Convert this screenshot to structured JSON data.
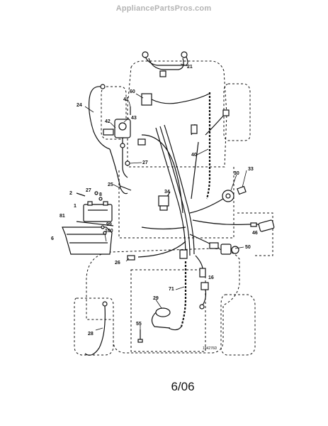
{
  "watermark": "AppliancePartsPros.com",
  "date": "6/06",
  "part_number": "194276D",
  "labels": [
    {
      "id": "21",
      "text": "21"
    },
    {
      "id": "24",
      "text": "24"
    },
    {
      "id": "41",
      "text": "41"
    },
    {
      "id": "60",
      "text": "60"
    },
    {
      "id": "43",
      "text": "43"
    },
    {
      "id": "42",
      "text": "42"
    },
    {
      "id": "40",
      "text": "40"
    },
    {
      "id": "27a",
      "text": "27"
    },
    {
      "id": "25",
      "text": "25"
    },
    {
      "id": "2",
      "text": "2"
    },
    {
      "id": "27b",
      "text": "27"
    },
    {
      "id": "8",
      "text": "8"
    },
    {
      "id": "1",
      "text": "1"
    },
    {
      "id": "81",
      "text": "81"
    },
    {
      "id": "6",
      "text": "6"
    },
    {
      "id": "99",
      "text": "99"
    },
    {
      "id": "100",
      "text": "100"
    },
    {
      "id": "34",
      "text": "34"
    },
    {
      "id": "30",
      "text": "30"
    },
    {
      "id": "33",
      "text": "33"
    },
    {
      "id": "46",
      "text": "46"
    },
    {
      "id": "50",
      "text": "50"
    },
    {
      "id": "26",
      "text": "26"
    },
    {
      "id": "16",
      "text": "16"
    },
    {
      "id": "71",
      "text": "71"
    },
    {
      "id": "29",
      "text": "29"
    },
    {
      "id": "28",
      "text": "28"
    },
    {
      "id": "55",
      "text": "55"
    }
  ]
}
